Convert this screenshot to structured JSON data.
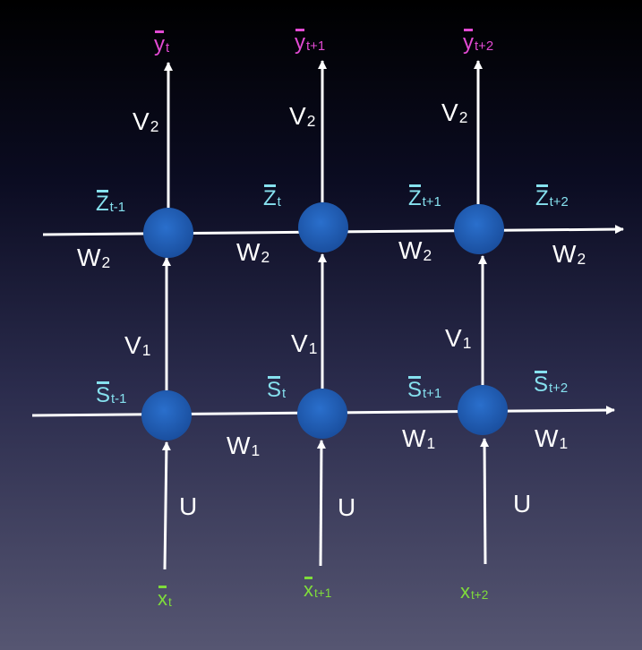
{
  "weights": {
    "v2": {
      "main": "V",
      "sub": "2"
    },
    "v1": {
      "main": "V",
      "sub": "1"
    },
    "w2": {
      "main": "W",
      "sub": "2"
    },
    "w1": {
      "main": "W",
      "sub": "1"
    },
    "u": {
      "main": "U"
    }
  },
  "outputs": [
    {
      "main": "y",
      "sub": "t"
    },
    {
      "main": "y",
      "sub": "t+1"
    },
    {
      "main": "y",
      "sub": "t+2"
    }
  ],
  "upper_states": [
    {
      "main": "Z",
      "sub": "t-1"
    },
    {
      "main": "Z",
      "sub": "t"
    },
    {
      "main": "Z",
      "sub": "t+1"
    },
    {
      "main": "Z",
      "sub": "t+2"
    }
  ],
  "lower_states": [
    {
      "main": "S",
      "sub": "t-1"
    },
    {
      "main": "S",
      "sub": "t"
    },
    {
      "main": "S",
      "sub": "t+1"
    },
    {
      "main": "S",
      "sub": "t+2"
    }
  ],
  "inputs": [
    {
      "main": "x",
      "sub": "t"
    },
    {
      "main": "x",
      "sub": "t+1"
    },
    {
      "main": "x",
      "sub": "t+2"
    }
  ],
  "colors": {
    "node": "#1f5db8",
    "line": "#ffffff",
    "output_label": "#e24ad3",
    "state_label": "#86e1ef",
    "input_label": "#7fdc3b"
  }
}
